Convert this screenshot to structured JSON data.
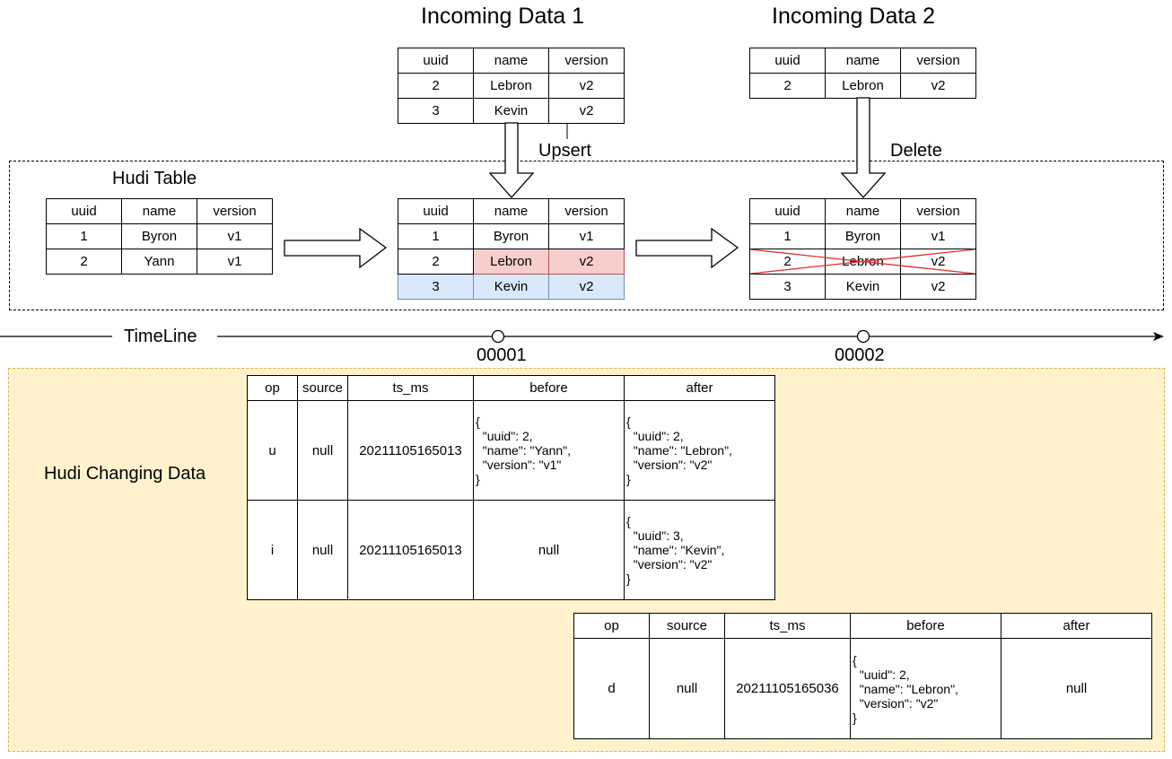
{
  "incoming1": {
    "title": "Incoming Data 1",
    "headers": [
      "uuid",
      "name",
      "version"
    ],
    "rows": [
      [
        "2",
        "Lebron",
        "v2"
      ],
      [
        "3",
        "Kevin",
        "v2"
      ]
    ],
    "op_label": "Upsert"
  },
  "incoming2": {
    "title": "Incoming Data 2",
    "headers": [
      "uuid",
      "name",
      "version"
    ],
    "rows": [
      [
        "2",
        "Lebron",
        "v2"
      ]
    ],
    "op_label": "Delete"
  },
  "hudi_table": {
    "title": "Hudi Table",
    "headers": [
      "uuid",
      "name",
      "version"
    ],
    "rows": [
      [
        "1",
        "Byron",
        "v1"
      ],
      [
        "2",
        "Yann",
        "v1"
      ]
    ]
  },
  "after_upsert": {
    "headers": [
      "uuid",
      "name",
      "version"
    ],
    "rows": [
      [
        "1",
        "Byron",
        "v1"
      ],
      [
        "2",
        "Lebron",
        "v2"
      ],
      [
        "3",
        "Kevin",
        "v2"
      ]
    ],
    "updated_color": "#f8cecc",
    "inserted_color": "#dae8fc"
  },
  "after_delete": {
    "headers": [
      "uuid",
      "name",
      "version"
    ],
    "rows": [
      [
        "1",
        "Byron",
        "v1"
      ],
      [
        "2",
        "Lebron",
        "v2"
      ],
      [
        "3",
        "Kevin",
        "v2"
      ]
    ],
    "strike_color": "#e03030"
  },
  "timeline": {
    "label": "TimeLine",
    "instants": [
      "00001",
      "00002"
    ]
  },
  "changing": {
    "title": "Hudi Changing Data",
    "background": "#fff2cc",
    "table1": {
      "headers": [
        "op",
        "source",
        "ts_ms",
        "before",
        "after"
      ],
      "rows": [
        [
          "u",
          "null",
          "20211105165013",
          "{\n  \"uuid\": 2,\n  \"name\": \"Yann\",\n  \"version\": \"v1\"\n}",
          "{\n  \"uuid\": 2,\n  \"name\": \"Lebron\",\n  \"version\": \"v2\"\n}"
        ],
        [
          "i",
          "null",
          "20211105165013",
          "null",
          "{\n  \"uuid\": 3,\n  \"name\": \"Kevin\",\n  \"version\": \"v2\"\n}"
        ]
      ]
    },
    "table2": {
      "headers": [
        "op",
        "source",
        "ts_ms",
        "before",
        "after"
      ],
      "rows": [
        [
          "d",
          "null",
          "20211105165036",
          "{\n  \"uuid\": 2,\n  \"name\": \"Lebron\",\n  \"version\": \"v2\"\n}",
          "null"
        ]
      ]
    }
  }
}
